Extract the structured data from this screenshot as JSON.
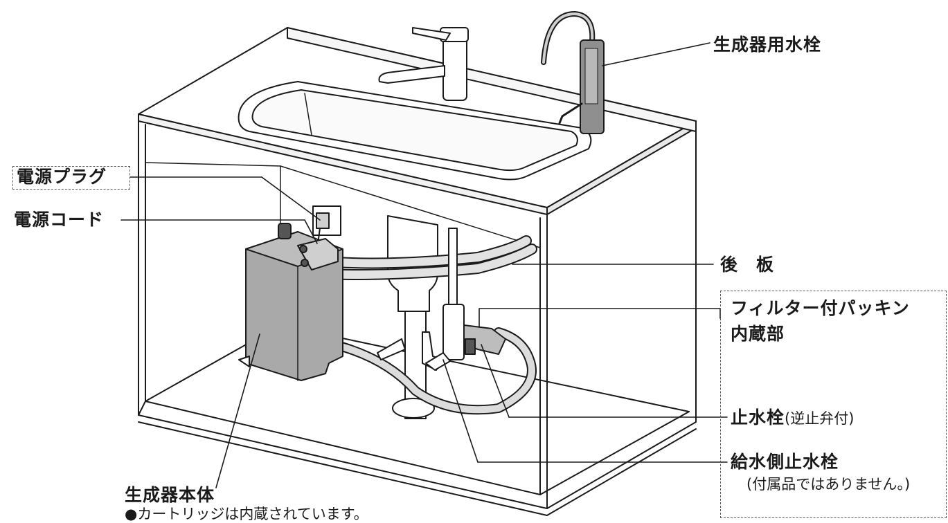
{
  "labels": {
    "faucet_for_generator": "生成器用水栓",
    "power_plug": "電源プラグ",
    "power_cord": "電源コード",
    "back_panel": "後　板",
    "filter_packing": "フィルター付パッキン",
    "filter_packing_2": "内蔵部",
    "stop_valve": "止水栓",
    "stop_valve_note": "(逆止弁付)",
    "supply_stop_valve": "給水側止水栓",
    "supply_note": "(付属品ではありません。)",
    "generator_body": "生成器本体",
    "cartridge_note": "●カートリッジは内蔵されています。"
  },
  "colors": {
    "line": "#1a1a1a",
    "device": "#a9a9a9",
    "device_dark": "#6f6f6f",
    "pipe": "#d9d9d9"
  }
}
